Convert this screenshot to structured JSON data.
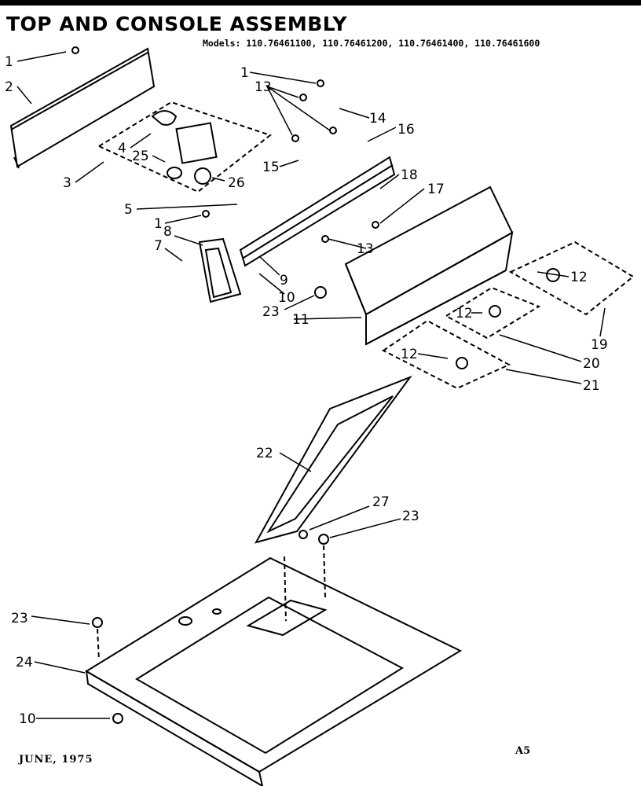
{
  "header": {
    "title": "TOP AND CONSOLE ASSEMBLY",
    "models": "Models: 110.76461100, 110.76461200, 110.76461400, 110.76461600"
  },
  "footer": {
    "date": "JUNE, 1975",
    "page_code": "A5"
  },
  "callouts": [
    "1",
    "2",
    "3",
    "4",
    "25",
    "26",
    "5",
    "1",
    "8",
    "7",
    "9",
    "10",
    "23",
    "11",
    "1",
    "13",
    "14",
    "16",
    "15",
    "13",
    "18",
    "17",
    "12",
    "12",
    "12",
    "19",
    "20",
    "21",
    "22",
    "27",
    "23",
    "23",
    "24",
    "10"
  ]
}
